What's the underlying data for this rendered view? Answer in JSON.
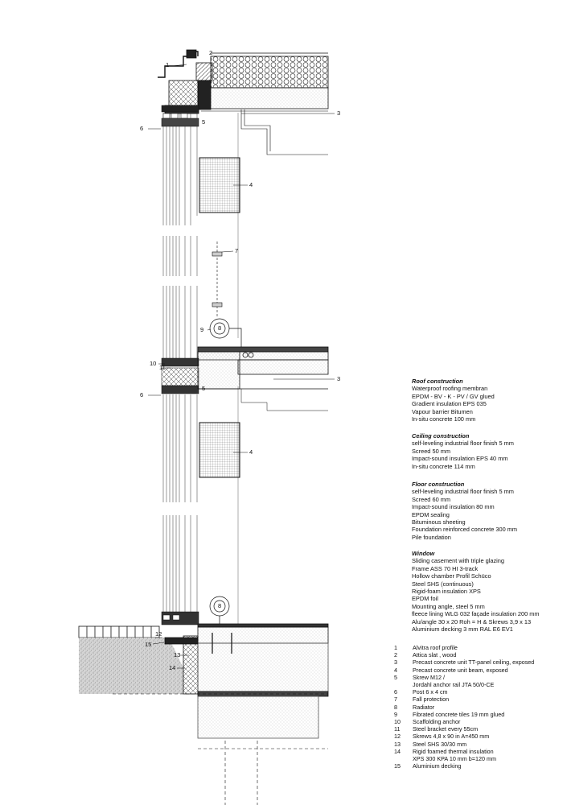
{
  "sections": [
    {
      "heading": "Roof construction",
      "lines": [
        "Waterproof roofing membran",
        "EPDM - BV - K - PV / GV glued",
        "Gradient insulation EPS 035",
        "Vapour barrier Bitumen",
        "In-situ concrete  100 mm"
      ]
    },
    {
      "heading": "Ceiling construction",
      "lines": [
        "self-leveling industrial floor finish 5 mm",
        "Screed 50 mm",
        "Impact-sound insulation EPS 40 mm",
        "In-situ concrete 114 mm"
      ]
    },
    {
      "heading": "Floor construction",
      "lines": [
        "self-leveling industrial floor finish 5 mm",
        "Screed 60 mm",
        "Impact-sound insulation 80 mm",
        "EPDM sealing",
        "Bituminous sheeting",
        "Foundation reinforced concrete 300 mm",
        "Pile foundation"
      ]
    },
    {
      "heading": "Window",
      "lines": [
        "Sliding casement with triple glazing",
        "Frame ASS 70 HI 3-track",
        "Hollow chamber Profil Schüco",
        "Steel SHS (continuous)",
        "Rigid-foam insulation XPS",
        "EPDM foil",
        "Mounting angle, steel 5 mm",
        "fleece lining WLG 032 façade insulation 200 mm",
        "Alu/angle 30 x 20 Roh = H & Skrews 3,9 x 13",
        "Aluminium decking 3 mm RAL E6 EV1"
      ]
    }
  ],
  "legend": [
    {
      "num": "1",
      "lines": [
        "Alvitra roof profile"
      ]
    },
    {
      "num": "2",
      "lines": [
        "Attica slat , wood"
      ]
    },
    {
      "num": "3",
      "lines": [
        "Precast concrete unit TT-panel ceiling, exposed"
      ]
    },
    {
      "num": "4",
      "lines": [
        "Precast concrete unit beam, exposed"
      ]
    },
    {
      "num": "5",
      "lines": [
        "Skrew M12 /",
        "Jordahl anchor rail JTA 50/0-CE"
      ]
    },
    {
      "num": "6",
      "lines": [
        "Post  6 x 4 cm"
      ]
    },
    {
      "num": "7",
      "lines": [
        "Fall protection"
      ]
    },
    {
      "num": "8",
      "lines": [
        "Radiator"
      ]
    },
    {
      "num": "9",
      "lines": [
        "Fibrated concrete tiles 19 mm glued"
      ]
    },
    {
      "num": "10",
      "lines": [
        "Scaffolding anchor"
      ]
    },
    {
      "num": "11",
      "lines": [
        "Steel bracket every 55cm"
      ]
    },
    {
      "num": "12",
      "lines": [
        "Skrews 4,8 x 90 in A=450 mm"
      ]
    },
    {
      "num": "13",
      "lines": [
        "Steel SHS 30/30 mm"
      ]
    },
    {
      "num": "14",
      "lines": [
        "Rigid foamed thermal insulation",
        "XPS 300 KPA 10 mm b=120 mm"
      ]
    },
    {
      "num": "15",
      "lines": [
        "Aluminium decking"
      ]
    }
  ],
  "callouts": [
    {
      "id": "c1",
      "text": "1"
    },
    {
      "id": "c2",
      "text": "2"
    },
    {
      "id": "c3a",
      "text": "3"
    },
    {
      "id": "c5a",
      "text": "5"
    },
    {
      "id": "c6a",
      "text": "6"
    },
    {
      "id": "c4a",
      "text": "4"
    },
    {
      "id": "c7",
      "text": "7"
    },
    {
      "id": "c9",
      "text": "9"
    },
    {
      "id": "c8a",
      "text": "8"
    },
    {
      "id": "c10",
      "text": "10"
    },
    {
      "id": "c11",
      "text": "11"
    },
    {
      "id": "c3b",
      "text": "3"
    },
    {
      "id": "c6b",
      "text": "6"
    },
    {
      "id": "c5b",
      "text": "5"
    },
    {
      "id": "c4b",
      "text": "4"
    },
    {
      "id": "c8b",
      "text": "8"
    },
    {
      "id": "c12",
      "text": "12"
    },
    {
      "id": "c15",
      "text": "15"
    },
    {
      "id": "c13",
      "text": "13"
    },
    {
      "id": "c14",
      "text": "14"
    }
  ]
}
